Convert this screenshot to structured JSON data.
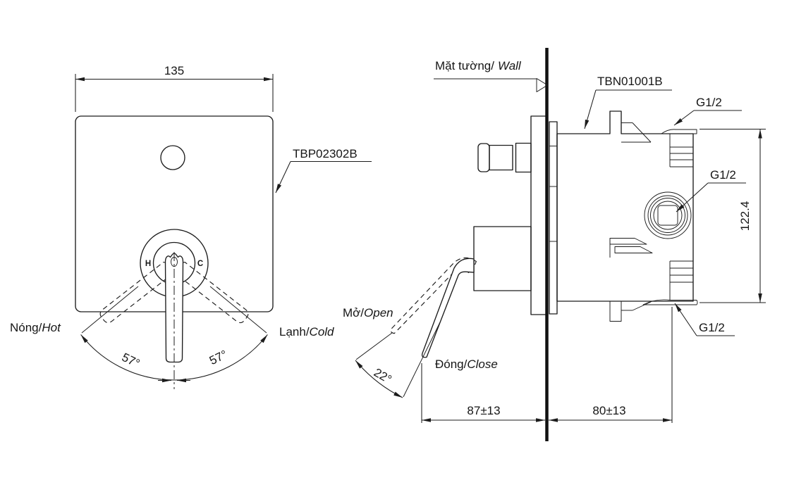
{
  "drawing": {
    "type": "installation-dimension-drawing",
    "colors": {
      "line": "#1c1c1c",
      "background": "#ffffff"
    }
  },
  "front_view": {
    "product_code": "TBP02302B",
    "width_dim": "135",
    "hot_label_prefix": "Nóng/",
    "hot_label_italic": "Hot",
    "cold_label_prefix": "Lạnh/",
    "cold_label_italic": "Cold",
    "hot_index": "H",
    "cold_index": "C",
    "angle_left": "57°",
    "angle_right": "57°"
  },
  "side_view": {
    "product_code": "TBN01001B",
    "wall_label_prefix": "Mặt tường/",
    "wall_label_italic": "Wall",
    "thread_top": "G1/2",
    "thread_mid": "G1/2",
    "thread_bottom": "G1/2",
    "height_dim": "122.4",
    "open_label_prefix": "Mở/",
    "open_label_italic": "Open",
    "close_label_prefix": "Đóng/",
    "close_label_italic": "Close",
    "handle_angle": "22°",
    "dim_front_of_wall": "87±13",
    "dim_behind_wall": "80±13"
  }
}
